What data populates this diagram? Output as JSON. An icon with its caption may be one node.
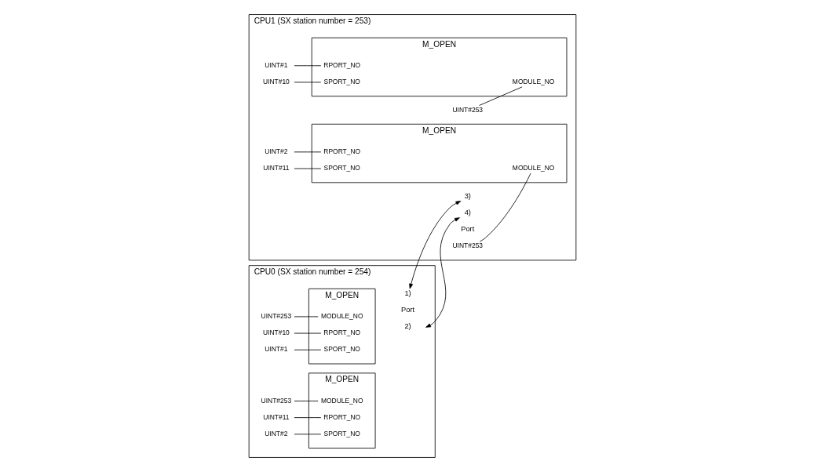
{
  "diagram": {
    "nodes": [
      {
        "text": [
          "CPU0 (SX station number = 254)"
        ]
      },
      {
        "text": [
          "M_OPEN"
        ],
        "in": 0
      },
      {
        "text": [
          "MODULE_NO"
        ],
        "in": 1
      },
      {
        "text": [
          "RPORT_NO"
        ],
        "in": 1
      },
      {
        "text": [
          "SPORT_NO"
        ],
        "in": 1
      },
      {
        "text": [
          "UINT#253"
        ],
        "in": 0
      },
      {
        "text": [
          "UINT#10"
        ],
        "in": 0
      },
      {
        "text": [
          "UINT#1"
        ],
        "in": 0
      },
      {
        "text": [
          "M_OPEN"
        ],
        "in": 0
      },
      {
        "text": [
          "MODULE_NO"
        ],
        "in": 8
      },
      {
        "text": [
          "RPORT_NO"
        ],
        "in": 8
      },
      {
        "text": [
          "SPORT_NO"
        ],
        "in": 8
      },
      {
        "text": [
          "UINT#253"
        ],
        "in": 0
      },
      {
        "text": [
          "UINT#11"
        ],
        "in": 0
      },
      {
        "text": [
          "UINT#2"
        ],
        "in": 0
      },
      {
        "text": [
          "1)"
        ],
        "in": 0
      },
      {
        "text": [
          "2)"
        ],
        "in": 0
      },
      {
        "text": [
          "CPU1 (SX station number = 253)"
        ]
      },
      {
        "text": [
          "M_OPEN"
        ],
        "in": 17
      },
      {
        "text": [
          "MODULE_NO"
        ],
        "in": 18
      },
      {
        "text": [
          "RPORT_NO"
        ],
        "in": 18
      },
      {
        "text": [
          "SPORT_NO"
        ],
        "in": 18
      },
      {
        "text": [
          "UINT#253"
        ],
        "in": 17
      },
      {
        "text": [
          "UINT#1"
        ],
        "in": 17
      },
      {
        "text": [
          "UINT#10"
        ],
        "in": 17
      },
      {
        "text": [
          "M_OPEN"
        ],
        "in": 17
      },
      {
        "text": [
          "MODULE_NO"
        ],
        "in": 25
      },
      {
        "text": [
          "RPORT_NO"
        ],
        "in": 25
      },
      {
        "text": [
          "SPORT_NO"
        ],
        "in": 25
      },
      {
        "text": [
          "UINT#253"
        ],
        "in": 17
      },
      {
        "text": [
          "UINT#2"
        ],
        "in": 17
      },
      {
        "text": [
          "UINT#11"
        ],
        "in": 17
      },
      {
        "text": [
          "3)"
        ],
        "in": 17
      },
      {
        "text": [
          "4)"
        ],
        "in": 17
      }
    ],
    "edges": [
      {
        "from": 5,
        "to": 2,
        "arrow": "none"
      },
      {
        "from": 6,
        "to": 3,
        "arrow": "none"
      },
      {
        "from": 7,
        "to": 4,
        "arrow": "none"
      },
      {
        "from": 12,
        "to": 9,
        "arrow": "none"
      },
      {
        "from": 13,
        "to": 10,
        "arrow": "none"
      },
      {
        "from": 14,
        "to": 11,
        "arrow": "none"
      },
      {
        "from": 15,
        "to": 32,
        "arrow": "both"
      },
      {
        "from": 16,
        "to": 33,
        "arrow": "both"
      },
      {
        "from": 22,
        "to": 19,
        "arrow": "none"
      },
      {
        "from": 23,
        "to": 20,
        "arrow": "none"
      },
      {
        "from": 24,
        "to": 21,
        "arrow": "none"
      },
      {
        "from": 29,
        "to": 26,
        "arrow": "none"
      },
      {
        "from": 30,
        "to": 27,
        "arrow": "none"
      },
      {
        "from": 31,
        "to": 28,
        "arrow": "none"
      }
    ],
    "labels": [
      "Port",
      "Port"
    ]
  }
}
